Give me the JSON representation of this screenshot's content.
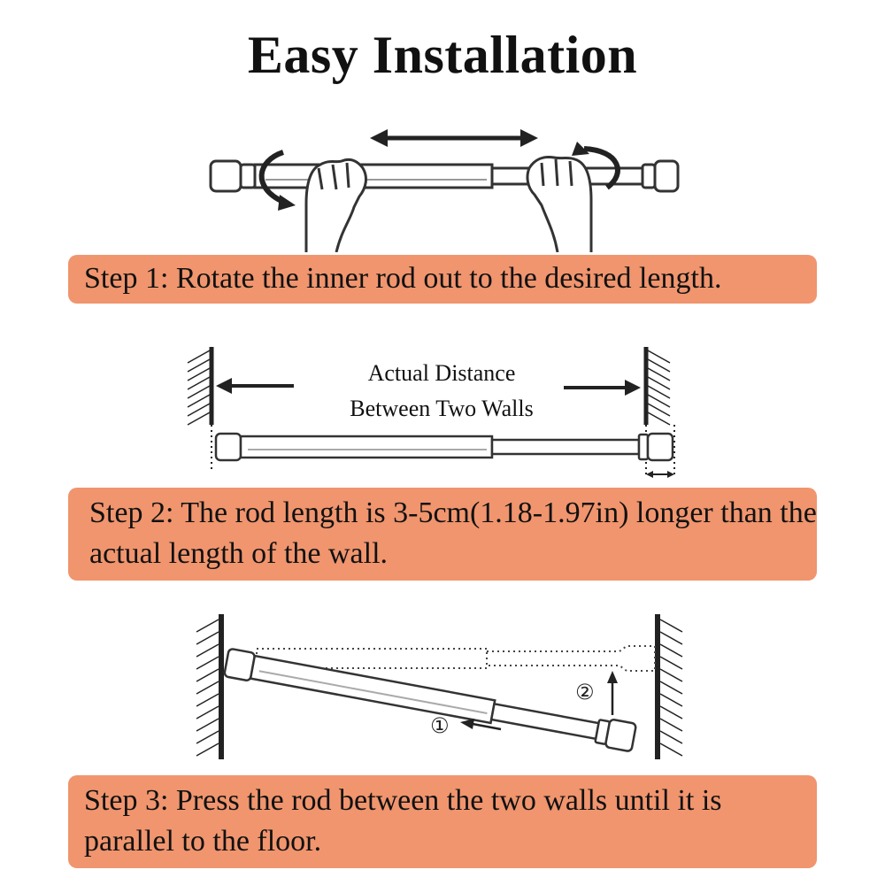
{
  "title": "Easy Installation",
  "steps": [
    {
      "text": "Step 1: Rotate the inner rod out to the desired length."
    },
    {
      "text": "Step 2: The rod length is 3-5cm(1.18-1.97in) longer than the actual length of the wall."
    },
    {
      "text": "Step 3: Press the rod between the two walls until it is parallel to the floor."
    }
  ],
  "diagram2": {
    "distance_line1": "Actual Distance",
    "distance_line2": "Between Two Walls"
  },
  "diagram3": {
    "marker1": "①",
    "marker2": "②"
  },
  "colors": {
    "step_box": "#f0956e",
    "line": "#222222"
  }
}
